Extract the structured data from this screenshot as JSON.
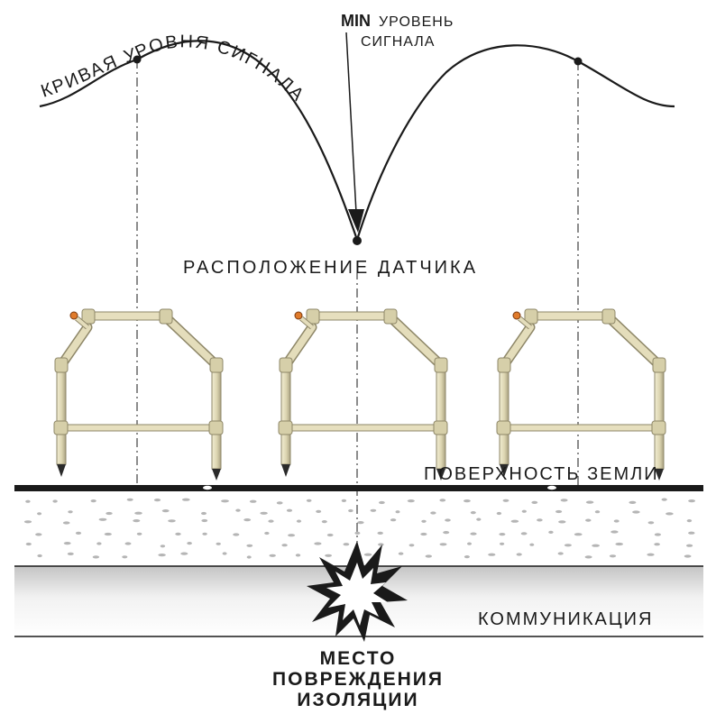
{
  "labels": {
    "curve_label": "КРИВАЯ УРОВНЯ СИГНАЛА",
    "min_word": "MIN",
    "min_rest_line1": "УРОВЕНЬ",
    "min_rest_line2": "СИГНАЛА",
    "sensor_position": "РАСПОЛОЖЕНИЕ ДАТЧИКА",
    "ground_surface": "ПОВЕРХНОСТЬ ЗЕМЛИ",
    "communication": "КОММУНИКАЦИЯ",
    "damage_line1": "МЕСТО",
    "damage_line2": "ПОВРЕЖДЕНИЯ",
    "damage_line3": "ИЗОЛЯЦИИ"
  },
  "icons": {
    "sensor_frame": "a-frame-sensor-icon",
    "damage": "explosion-burst-icon",
    "arrow": "arrow-down-icon"
  },
  "colors": {
    "ink": "#1a1a1a",
    "frame": "#ddd6b4",
    "frame_shadow": "#a9a181",
    "probe_tip": "#e07b2b",
    "ground_dots": "#b5b5b5",
    "pipe_light": "#ffffff",
    "pipe_dark": "#bdbdbd"
  }
}
